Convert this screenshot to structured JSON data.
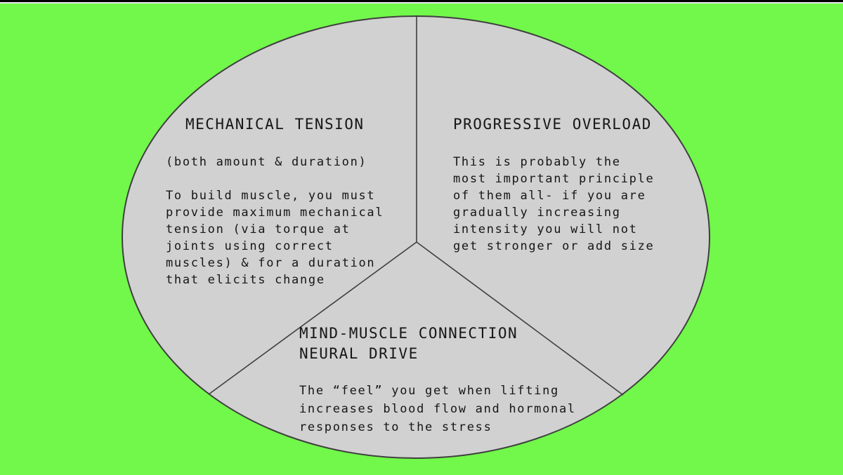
{
  "colors": {
    "background": "#72f74b",
    "ellipse_fill": "#d1d1d1",
    "outline": "#3f3f3f",
    "text": "#161616",
    "top_bar": "#000000",
    "top_bar_highlight": "#e8e8e8"
  },
  "diagram": {
    "type": "three-section-ellipse",
    "sections": [
      {
        "id": "mechanical-tension",
        "title": "MECHANICAL TENSION",
        "subtitle": "(both amount & duration)",
        "body": "To build muscle, you must\nprovide maximum mechanical\ntension (via torque at\njoints using correct\nmuscles) & for a duration\nthat elicits change"
      },
      {
        "id": "progressive-overload",
        "title": "PROGRESSIVE OVERLOAD",
        "body": "This is probably the\nmost important principle\nof them all- if you are\ngradually increasing\nintensity you will not\nget stronger or add size"
      },
      {
        "id": "mind-muscle-connection",
        "title": "MIND-MUSCLE CONNECTION\nNEURAL DRIVE",
        "body": "The “feel” you get when lifting\nincreases blood flow and hormonal\nresponses to the stress"
      }
    ]
  }
}
